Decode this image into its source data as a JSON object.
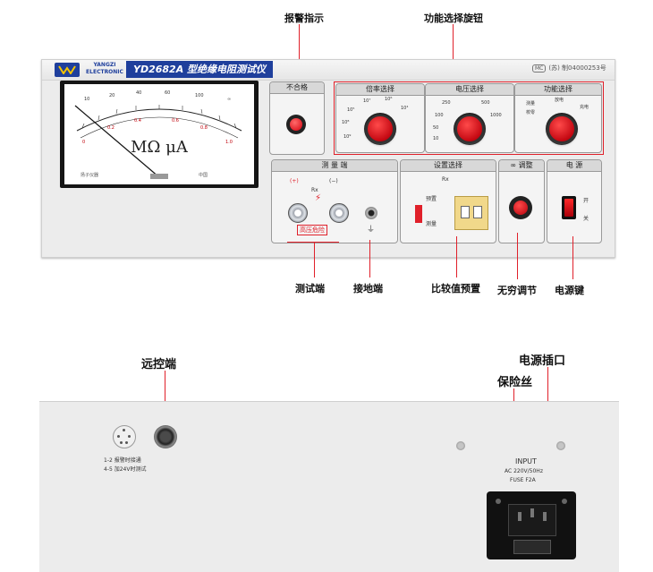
{
  "callouts": {
    "alarm_indicator": "报警指示",
    "function_knob": "功能选择旋钮",
    "test_terminal": "测试端",
    "ground_terminal": "接地端",
    "compare_preset": "比较值预置",
    "infinity_adjust": "无穷调节",
    "power_switch": "电源键",
    "remote_port": "远控端",
    "power_socket": "电源插口",
    "fuse": "保险丝"
  },
  "front_panel": {
    "brand_en": [
      "YANGZI",
      "ELECTRONIC"
    ],
    "model_title": "YD2682A 型绝缘电阻测试仪",
    "cert_badge": "MC",
    "cert_text": "(苏) 制04000253号",
    "meter": {
      "unit_label": "MΩ μA",
      "maker": "扬子仪器",
      "origin": "中国",
      "scale_top": [
        "10",
        "20",
        "40",
        "60",
        "100",
        "∞"
      ],
      "scale_bottom": [
        "0",
        "0.2",
        "0.4",
        "0.6",
        "0.8",
        "1.0"
      ]
    },
    "sections": {
      "fail": "不合格",
      "ratio_select": "倍率选择",
      "voltage_select": "电压选择",
      "function_select": "功能选择",
      "measure_terminal": "测 量 端",
      "setting_select": "设置选择",
      "infinity_adjust": "∞ 调整",
      "power": "电 源"
    },
    "ratio_ticks": [
      "10⁷",
      "10⁶",
      "10⁵",
      "10⁴",
      "10⁸",
      "10⁹"
    ],
    "voltage_ticks": [
      "250",
      "500",
      "100",
      "1000",
      "50",
      "10"
    ],
    "function_ticks": [
      "测量",
      "放电",
      "校零",
      "充电"
    ],
    "terminal_plus": "(+)",
    "terminal_minus": "(−)",
    "rx_label": "Rx",
    "high_voltage": "高压危险",
    "setting_rx": "Rx",
    "setting_preset": "预置",
    "setting_measure": "测量",
    "power_on": "开",
    "power_off": "关"
  },
  "back_panel": {
    "remote_pins": [
      "1-2  报警时接通",
      "4-5  加24V时测试"
    ],
    "input_title": "INPUT",
    "input_rating": "AC 220V/50Hz",
    "fuse_rating": "FUSE F2A"
  },
  "colors": {
    "accent_red": "#e0202a",
    "brand_blue": "#1f3f9c",
    "panel_grey": "#ececec"
  }
}
